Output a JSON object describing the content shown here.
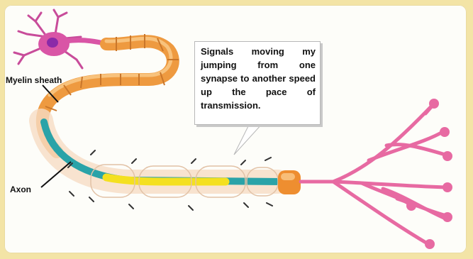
{
  "labels": {
    "myelin": "Myelin sheath",
    "axon": "Axon"
  },
  "callout": {
    "text": "Signals moving my jumping from one synapse to another speed up the pace of transmission."
  },
  "colors": {
    "background": "#f3e4a6",
    "myelin_orange": "#f0a04a",
    "axon_teal": "#2aa3a8",
    "signal_yellow": "#f4e020",
    "dendrite_pink": "#e76aa2",
    "nucleus_purple": "#8a2aa8"
  }
}
